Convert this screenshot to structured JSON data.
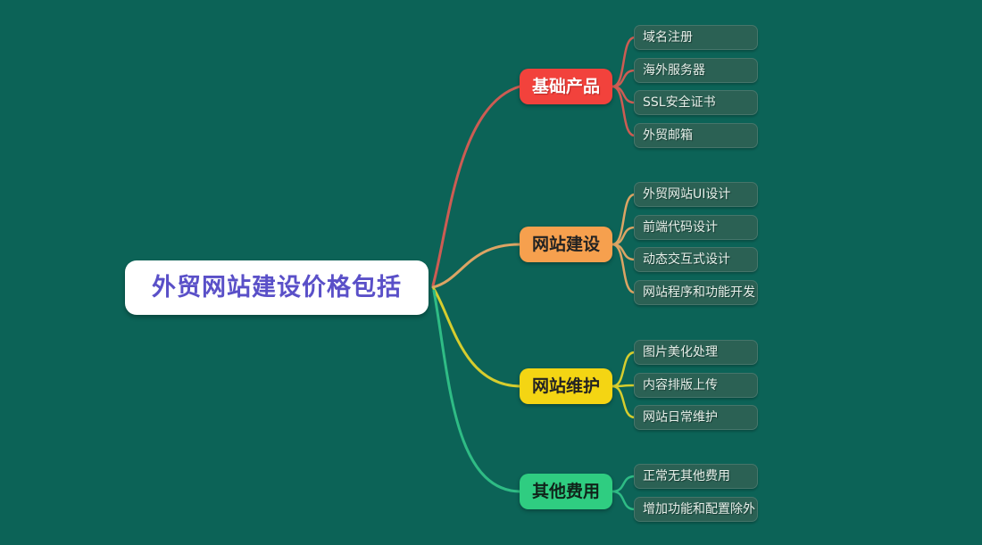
{
  "page": {
    "background_color": "#0c6357"
  },
  "root": {
    "label": "外贸网站建设价格包括",
    "bg_color": "#ffffff",
    "text_color": "#5a50c8"
  },
  "child_node_style": {
    "bg_color": "#2b6154",
    "text_color": "#e6efe9"
  },
  "branches": [
    {
      "label": "基础产品",
      "node_color": "#f2423c",
      "text_color": "#ffffff",
      "line_color": "#cd5c53",
      "children": [
        "域名注册",
        "海外服务器",
        "SSL安全证书",
        "外贸邮箱"
      ]
    },
    {
      "label": "网站建设",
      "node_color": "#f6a04e",
      "text_color": "#232323",
      "line_color": "#dca464",
      "children": [
        "外贸网站UI设计",
        "前端代码设计",
        "动态交互式设计",
        "网站程序和功能开发"
      ]
    },
    {
      "label": "网站维护",
      "node_color": "#f4d513",
      "text_color": "#232323",
      "line_color": "#d6cd2e",
      "children": [
        "图片美化处理",
        "内容排版上传",
        "网站日常维护"
      ]
    },
    {
      "label": "其他费用",
      "node_color": "#2fcd81",
      "text_color": "#10231a",
      "line_color": "#2fbc85",
      "children": [
        "正常无其他费用",
        "增加功能和配置除外"
      ]
    }
  ]
}
